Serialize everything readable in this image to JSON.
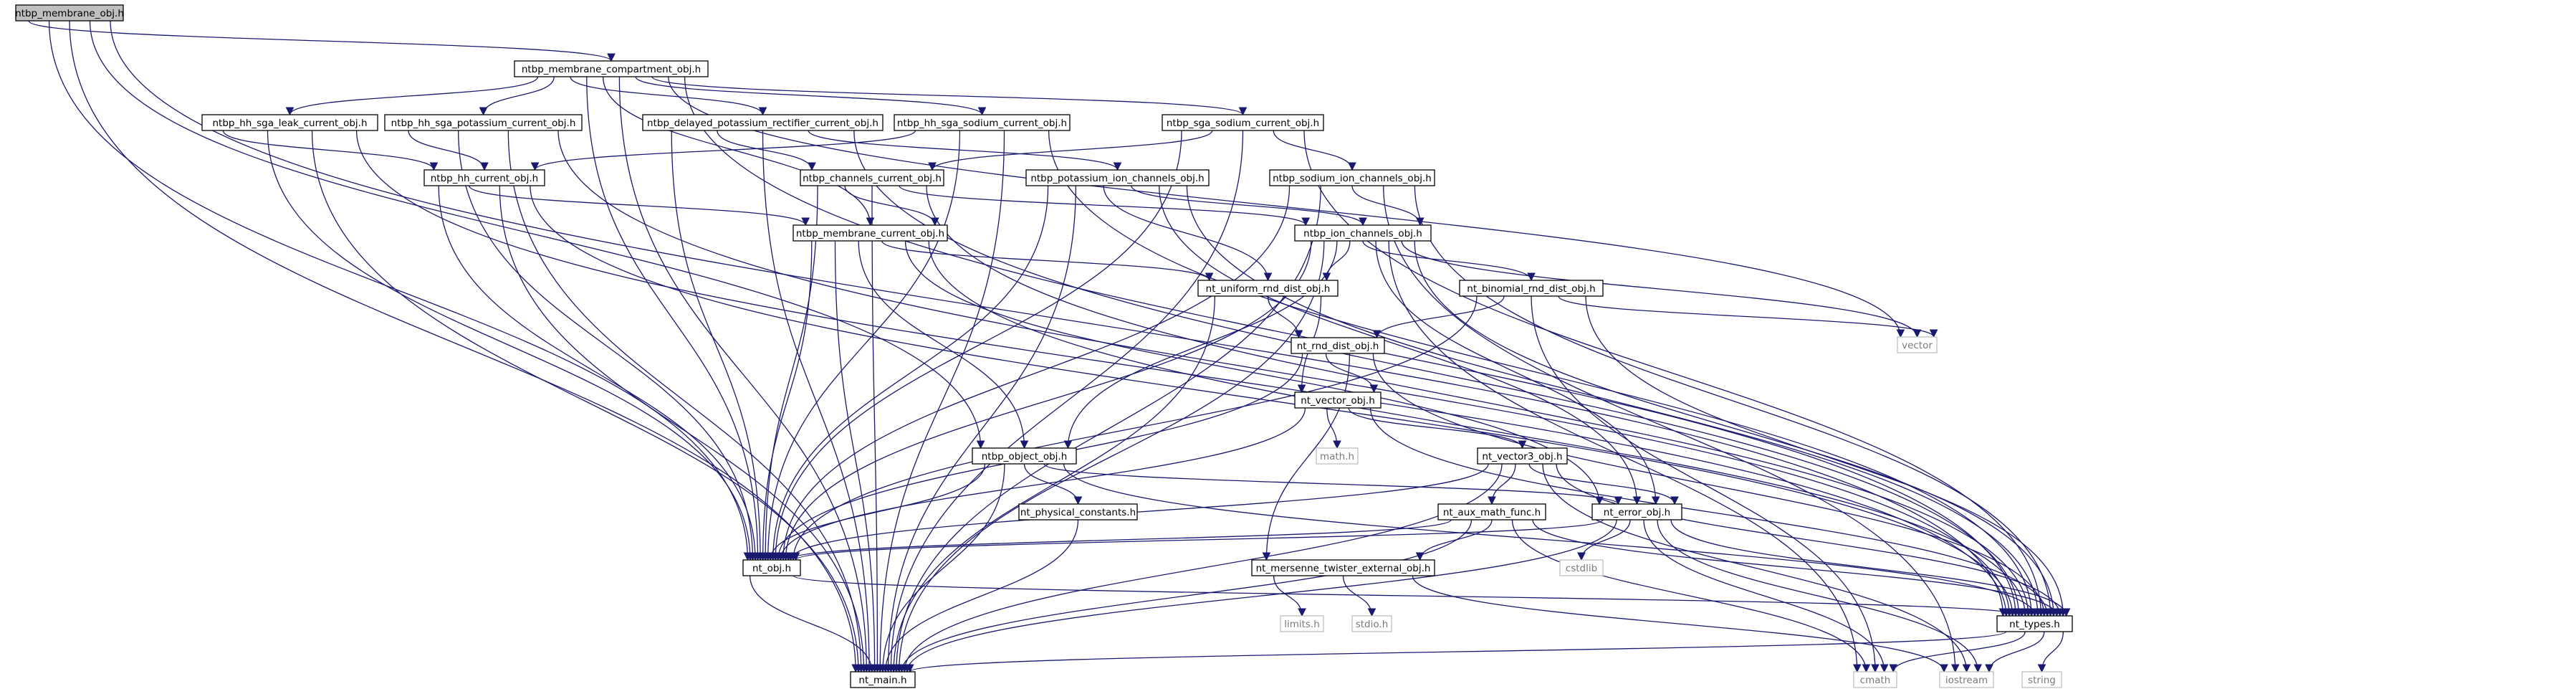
{
  "diagram": {
    "root": "ntbp_membrane_obj.h",
    "nodes": [
      {
        "id": "ntbp_membrane_obj",
        "label": "ntbp_membrane_obj.h",
        "kind": "root"
      },
      {
        "id": "ntbp_membrane_compartment_obj",
        "label": "ntbp_membrane_compartment_obj.h",
        "kind": "internal"
      },
      {
        "id": "ntbp_hh_sga_leak_current_obj",
        "label": "ntbp_hh_sga_leak_current_obj.h",
        "kind": "internal"
      },
      {
        "id": "ntbp_hh_sga_potassium_current_obj",
        "label": "ntbp_hh_sga_potassium_current_obj.h",
        "kind": "internal"
      },
      {
        "id": "ntbp_delayed_potassium_rectifier_current_obj",
        "label": "ntbp_delayed_potassium_rectifier_current_obj.h",
        "kind": "internal"
      },
      {
        "id": "ntbp_hh_sga_sodium_current_obj",
        "label": "ntbp_hh_sga_sodium_current_obj.h",
        "kind": "internal"
      },
      {
        "id": "ntbp_sga_sodium_current_obj",
        "label": "ntbp_sga_sodium_current_obj.h",
        "kind": "internal"
      },
      {
        "id": "ntbp_hh_current_obj",
        "label": "ntbp_hh_current_obj.h",
        "kind": "internal"
      },
      {
        "id": "ntbp_channels_current_obj",
        "label": "ntbp_channels_current_obj.h",
        "kind": "internal"
      },
      {
        "id": "ntbp_potassium_ion_channels_obj",
        "label": "ntbp_potassium_ion_channels_obj.h",
        "kind": "internal"
      },
      {
        "id": "ntbp_sodium_ion_channels_obj",
        "label": "ntbp_sodium_ion_channels_obj.h",
        "kind": "internal"
      },
      {
        "id": "ntbp_membrane_current_obj",
        "label": "ntbp_membrane_current_obj.h",
        "kind": "internal"
      },
      {
        "id": "ntbp_ion_channels_obj",
        "label": "ntbp_ion_channels_obj.h",
        "kind": "internal"
      },
      {
        "id": "nt_uniform_rnd_dist_obj",
        "label": "nt_uniform_rnd_dist_obj.h",
        "kind": "internal"
      },
      {
        "id": "nt_binomial_rnd_dist_obj",
        "label": "nt_binomial_rnd_dist_obj.h",
        "kind": "internal"
      },
      {
        "id": "vector",
        "label": "vector",
        "kind": "external"
      },
      {
        "id": "nt_rnd_dist_obj",
        "label": "nt_rnd_dist_obj.h",
        "kind": "internal"
      },
      {
        "id": "nt_vector_obj",
        "label": "nt_vector_obj.h",
        "kind": "internal"
      },
      {
        "id": "math",
        "label": "math.h",
        "kind": "external"
      },
      {
        "id": "ntbp_object_obj",
        "label": "ntbp_object_obj.h",
        "kind": "internal"
      },
      {
        "id": "nt_vector3_obj",
        "label": "nt_vector3_obj.h",
        "kind": "internal"
      },
      {
        "id": "nt_physical_constants",
        "label": "nt_physical_constants.h",
        "kind": "internal"
      },
      {
        "id": "nt_aux_math_func",
        "label": "nt_aux_math_func.h",
        "kind": "internal"
      },
      {
        "id": "nt_error_obj",
        "label": "nt_error_obj.h",
        "kind": "internal"
      },
      {
        "id": "cstdlib",
        "label": "cstdlib",
        "kind": "external"
      },
      {
        "id": "nt_obj",
        "label": "nt_obj.h",
        "kind": "internal"
      },
      {
        "id": "nt_mersenne_twister_external_obj",
        "label": "nt_mersenne_twister_external_obj.h",
        "kind": "internal"
      },
      {
        "id": "limits",
        "label": "limits.h",
        "kind": "external"
      },
      {
        "id": "stdio",
        "label": "stdio.h",
        "kind": "external"
      },
      {
        "id": "nt_types",
        "label": "nt_types.h",
        "kind": "internal"
      },
      {
        "id": "cmath",
        "label": "cmath",
        "kind": "external"
      },
      {
        "id": "iostream",
        "label": "iostream",
        "kind": "external"
      },
      {
        "id": "string",
        "label": "string",
        "kind": "external"
      },
      {
        "id": "nt_main",
        "label": "nt_main.h",
        "kind": "internal"
      }
    ],
    "edges": [
      [
        "ntbp_membrane_obj",
        "ntbp_membrane_compartment_obj"
      ],
      [
        "ntbp_membrane_obj",
        "ntbp_object_obj"
      ],
      [
        "ntbp_membrane_obj",
        "nt_obj"
      ],
      [
        "ntbp_membrane_obj",
        "nt_main"
      ],
      [
        "ntbp_membrane_obj",
        "nt_types"
      ],
      [
        "ntbp_membrane_compartment_obj",
        "ntbp_hh_sga_leak_current_obj"
      ],
      [
        "ntbp_membrane_compartment_obj",
        "ntbp_hh_sga_potassium_current_obj"
      ],
      [
        "ntbp_membrane_compartment_obj",
        "ntbp_delayed_potassium_rectifier_current_obj"
      ],
      [
        "ntbp_membrane_compartment_obj",
        "ntbp_hh_sga_sodium_current_obj"
      ],
      [
        "ntbp_membrane_compartment_obj",
        "ntbp_sga_sodium_current_obj"
      ],
      [
        "ntbp_membrane_compartment_obj",
        "ntbp_membrane_current_obj"
      ],
      [
        "ntbp_membrane_compartment_obj",
        "vector"
      ],
      [
        "ntbp_membrane_compartment_obj",
        "nt_obj"
      ],
      [
        "ntbp_membrane_compartment_obj",
        "nt_main"
      ],
      [
        "ntbp_membrane_compartment_obj",
        "nt_types"
      ],
      [
        "ntbp_hh_sga_leak_current_obj",
        "ntbp_hh_current_obj"
      ],
      [
        "ntbp_hh_sga_leak_current_obj",
        "nt_obj"
      ],
      [
        "ntbp_hh_sga_leak_current_obj",
        "nt_main"
      ],
      [
        "ntbp_hh_sga_leak_current_obj",
        "nt_types"
      ],
      [
        "ntbp_hh_sga_potassium_current_obj",
        "ntbp_hh_current_obj"
      ],
      [
        "ntbp_hh_sga_potassium_current_obj",
        "nt_obj"
      ],
      [
        "ntbp_hh_sga_potassium_current_obj",
        "nt_main"
      ],
      [
        "ntbp_hh_sga_potassium_current_obj",
        "nt_types"
      ],
      [
        "ntbp_delayed_potassium_rectifier_current_obj",
        "ntbp_channels_current_obj"
      ],
      [
        "ntbp_delayed_potassium_rectifier_current_obj",
        "ntbp_potassium_ion_channels_obj"
      ],
      [
        "ntbp_delayed_potassium_rectifier_current_obj",
        "nt_obj"
      ],
      [
        "ntbp_delayed_potassium_rectifier_current_obj",
        "nt_main"
      ],
      [
        "ntbp_delayed_potassium_rectifier_current_obj",
        "nt_types"
      ],
      [
        "ntbp_hh_sga_sodium_current_obj",
        "ntbp_hh_current_obj"
      ],
      [
        "ntbp_hh_sga_sodium_current_obj",
        "nt_obj"
      ],
      [
        "ntbp_hh_sga_sodium_current_obj",
        "nt_main"
      ],
      [
        "ntbp_hh_sga_sodium_current_obj",
        "nt_types"
      ],
      [
        "ntbp_sga_sodium_current_obj",
        "ntbp_channels_current_obj"
      ],
      [
        "ntbp_sga_sodium_current_obj",
        "ntbp_sodium_ion_channels_obj"
      ],
      [
        "ntbp_sga_sodium_current_obj",
        "nt_obj"
      ],
      [
        "ntbp_sga_sodium_current_obj",
        "nt_main"
      ],
      [
        "ntbp_sga_sodium_current_obj",
        "nt_types"
      ],
      [
        "ntbp_hh_current_obj",
        "ntbp_membrane_current_obj"
      ],
      [
        "ntbp_hh_current_obj",
        "nt_obj"
      ],
      [
        "ntbp_hh_current_obj",
        "nt_main"
      ],
      [
        "ntbp_hh_current_obj",
        "nt_types"
      ],
      [
        "ntbp_channels_current_obj",
        "ntbp_membrane_current_obj"
      ],
      [
        "ntbp_channels_current_obj",
        "ntbp_ion_channels_obj"
      ],
      [
        "ntbp_channels_current_obj",
        "nt_obj"
      ],
      [
        "ntbp_channels_current_obj",
        "nt_main"
      ],
      [
        "ntbp_channels_current_obj",
        "nt_types"
      ],
      [
        "ntbp_potassium_ion_channels_obj",
        "ntbp_ion_channels_obj"
      ],
      [
        "ntbp_potassium_ion_channels_obj",
        "nt_uniform_rnd_dist_obj"
      ],
      [
        "ntbp_potassium_ion_channels_obj",
        "nt_error_obj"
      ],
      [
        "ntbp_potassium_ion_channels_obj",
        "nt_obj"
      ],
      [
        "ntbp_potassium_ion_channels_obj",
        "nt_main"
      ],
      [
        "ntbp_potassium_ion_channels_obj",
        "nt_types"
      ],
      [
        "ntbp_sodium_ion_channels_obj",
        "ntbp_ion_channels_obj"
      ],
      [
        "ntbp_sodium_ion_channels_obj",
        "nt_obj"
      ],
      [
        "ntbp_sodium_ion_channels_obj",
        "nt_main"
      ],
      [
        "ntbp_sodium_ion_channels_obj",
        "nt_types"
      ],
      [
        "ntbp_sodium_ion_channels_obj",
        "iostream"
      ],
      [
        "ntbp_membrane_current_obj",
        "ntbp_object_obj"
      ],
      [
        "ntbp_membrane_current_obj",
        "nt_uniform_rnd_dist_obj"
      ],
      [
        "ntbp_membrane_current_obj",
        "nt_error_obj"
      ],
      [
        "ntbp_membrane_current_obj",
        "nt_obj"
      ],
      [
        "ntbp_membrane_current_obj",
        "nt_main"
      ],
      [
        "ntbp_membrane_current_obj",
        "nt_types"
      ],
      [
        "ntbp_ion_channels_obj",
        "nt_uniform_rnd_dist_obj"
      ],
      [
        "ntbp_ion_channels_obj",
        "nt_binomial_rnd_dist_obj"
      ],
      [
        "ntbp_ion_channels_obj",
        "vector"
      ],
      [
        "ntbp_ion_channels_obj",
        "ntbp_object_obj"
      ],
      [
        "ntbp_ion_channels_obj",
        "nt_error_obj"
      ],
      [
        "ntbp_ion_channels_obj",
        "nt_obj"
      ],
      [
        "ntbp_ion_channels_obj",
        "nt_main"
      ],
      [
        "ntbp_ion_channels_obj",
        "nt_types"
      ],
      [
        "ntbp_ion_channels_obj",
        "cmath"
      ],
      [
        "nt_uniform_rnd_dist_obj",
        "nt_rnd_dist_obj"
      ],
      [
        "nt_uniform_rnd_dist_obj",
        "nt_vector_obj"
      ],
      [
        "nt_uniform_rnd_dist_obj",
        "nt_main"
      ],
      [
        "nt_binomial_rnd_dist_obj",
        "nt_rnd_dist_obj"
      ],
      [
        "nt_binomial_rnd_dist_obj",
        "vector"
      ],
      [
        "nt_binomial_rnd_dist_obj",
        "nt_obj"
      ],
      [
        "nt_binomial_rnd_dist_obj",
        "nt_types"
      ],
      [
        "nt_binomial_rnd_dist_obj",
        "cmath"
      ],
      [
        "nt_rnd_dist_obj",
        "nt_vector_obj"
      ],
      [
        "nt_rnd_dist_obj",
        "nt_mersenne_twister_external_obj"
      ],
      [
        "nt_rnd_dist_obj",
        "nt_obj"
      ],
      [
        "nt_rnd_dist_obj",
        "nt_types"
      ],
      [
        "nt_vector_obj",
        "math"
      ],
      [
        "nt_vector_obj",
        "nt_vector3_obj"
      ],
      [
        "nt_vector_obj",
        "nt_obj"
      ],
      [
        "nt_vector_obj",
        "nt_types"
      ],
      [
        "nt_vector3_obj",
        "nt_aux_math_func"
      ],
      [
        "nt_vector3_obj",
        "nt_error_obj"
      ],
      [
        "nt_vector3_obj",
        "nt_obj"
      ],
      [
        "nt_vector3_obj",
        "nt_main"
      ],
      [
        "nt_vector3_obj",
        "nt_types"
      ],
      [
        "nt_vector3_obj",
        "iostream"
      ],
      [
        "ntbp_object_obj",
        "nt_physical_constants"
      ],
      [
        "ntbp_object_obj",
        "nt_error_obj"
      ],
      [
        "ntbp_object_obj",
        "nt_obj"
      ],
      [
        "ntbp_object_obj",
        "nt_main"
      ],
      [
        "ntbp_object_obj",
        "nt_types"
      ],
      [
        "nt_physical_constants",
        "nt_main"
      ],
      [
        "nt_aux_math_func",
        "nt_obj"
      ],
      [
        "nt_aux_math_func",
        "nt_mersenne_twister_external_obj"
      ],
      [
        "nt_aux_math_func",
        "nt_main"
      ],
      [
        "nt_aux_math_func",
        "nt_types"
      ],
      [
        "nt_aux_math_func",
        "cmath"
      ],
      [
        "nt_error_obj",
        "cstdlib"
      ],
      [
        "nt_error_obj",
        "nt_obj"
      ],
      [
        "nt_error_obj",
        "nt_main"
      ],
      [
        "nt_error_obj",
        "nt_types"
      ],
      [
        "nt_error_obj",
        "iostream"
      ],
      [
        "nt_error_obj",
        "cmath"
      ],
      [
        "nt_mersenne_twister_external_obj",
        "limits"
      ],
      [
        "nt_mersenne_twister_external_obj",
        "stdio"
      ],
      [
        "nt_mersenne_twister_external_obj",
        "iostream"
      ],
      [
        "nt_obj",
        "nt_types"
      ],
      [
        "nt_obj",
        "nt_main"
      ],
      [
        "nt_types",
        "nt_main"
      ],
      [
        "nt_types",
        "cmath"
      ],
      [
        "nt_types",
        "iostream"
      ],
      [
        "nt_types",
        "string"
      ]
    ]
  }
}
